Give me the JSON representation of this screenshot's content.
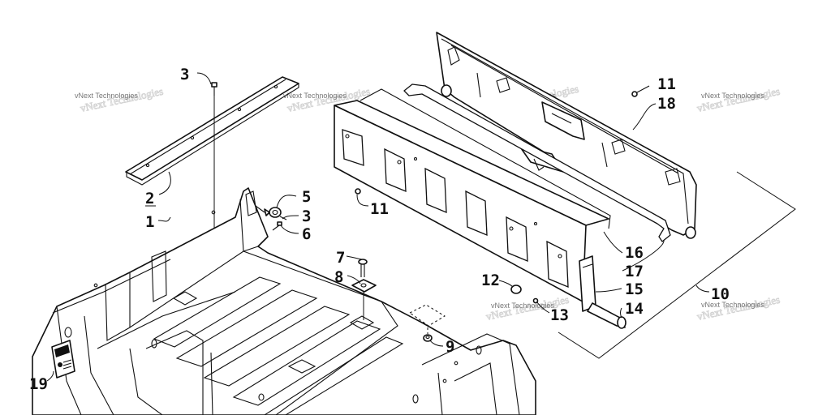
{
  "watermark": "vNext Technologies",
  "callouts": {
    "c1": "1",
    "c2": "2",
    "c3a": "3",
    "c3b": "3",
    "c5": "5",
    "c6": "6",
    "c7": "7",
    "c8": "8",
    "c9": "9",
    "c10": "10",
    "c11a": "11",
    "c11b": "11",
    "c12": "12",
    "c13": "13",
    "c14": "14",
    "c15": "15",
    "c16": "16",
    "c17": "17",
    "c18": "18",
    "c19": "19"
  }
}
